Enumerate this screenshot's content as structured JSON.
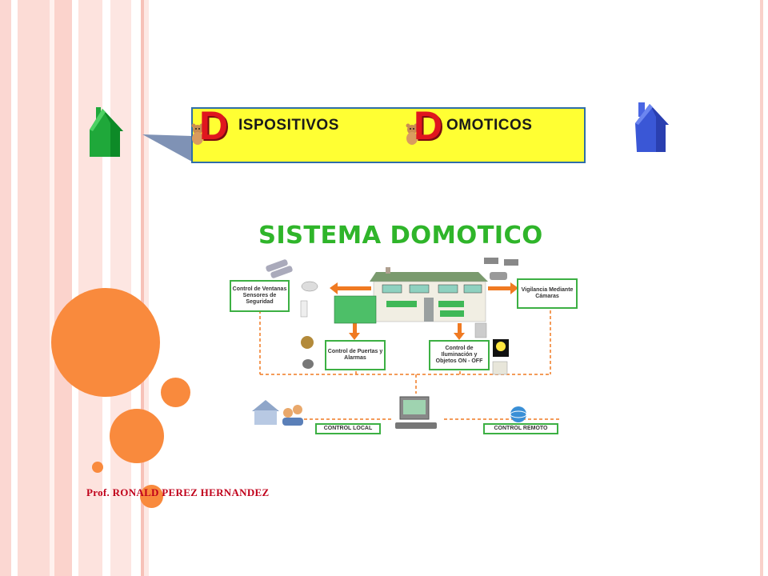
{
  "title": {
    "letter_1": "D",
    "word_1": "ISPOSITIVOS",
    "letter_2": "D",
    "word_2": "OMOTICOS"
  },
  "diagram": {
    "title": "SISTEMA DOMOTICO",
    "boxes": {
      "ventanas": "Control de Ventanas Sensores de Seguridad",
      "vigilancia": "Vigilancia Mediante Cámaras",
      "puertas": "Control de Puertas y Alarmas",
      "iluminacion": "Control de Iluminación y Objetos ON - OFF",
      "control_local": "CONTROL LOCAL",
      "control_remoto": "CONTROL REMOTO"
    }
  },
  "author": "Prof. RONALD PEREZ HERNANDEZ",
  "colors": {
    "banner_bg": "#ffff33",
    "banner_border": "#2f6ea8",
    "accent_orange": "#f98a3d",
    "diagram_green": "#3cb043",
    "diagram_orange": "#f07a22",
    "author_red": "#c0001a",
    "big_d_red": "#e0161e"
  }
}
